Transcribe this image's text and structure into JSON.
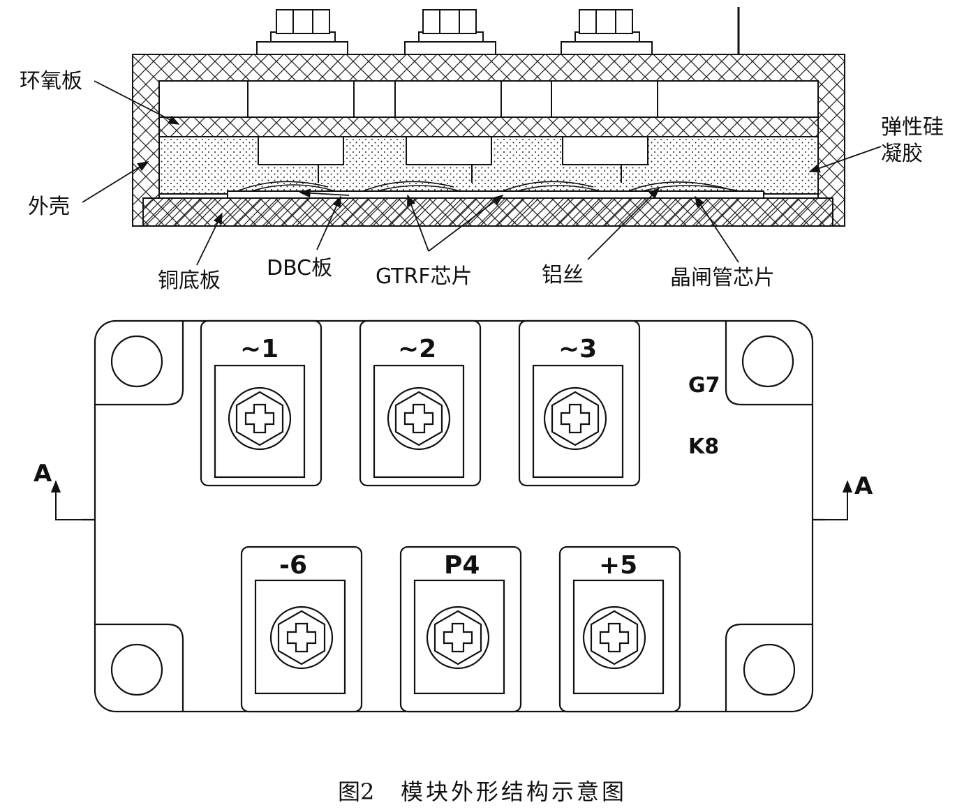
{
  "cross_section": {
    "labels": {
      "epoxy_board": "环氧板",
      "silicone_gel_line1": "弹性硅",
      "silicone_gel_line2": "凝胶",
      "housing": "外壳",
      "copper_base": "铜底板",
      "dbc_board": "DBC板",
      "gtrf_chip": "GTRF芯片",
      "aluminum_wire": "铝丝",
      "thyristor_chip": "晶闸管芯片"
    }
  },
  "top_view": {
    "terminals_top": [
      "~1",
      "~2",
      "~3"
    ],
    "terminals_bottom": [
      "-6",
      "P4",
      "+5"
    ],
    "control_pins": [
      "G7",
      "K8"
    ],
    "section_mark": "A"
  },
  "caption": {
    "figure_no": "图2",
    "title": "模块外形结构示意图"
  },
  "colors": {
    "line": "#111111",
    "background": "#ffffff"
  }
}
